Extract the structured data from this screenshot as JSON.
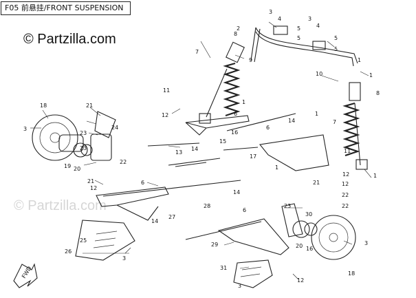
{
  "header": {
    "title": "F05 前悬挂/FRONT SUSPENSION"
  },
  "watermark": {
    "text": "© Partzilla.com",
    "faint_text": "© Partzilla.com"
  },
  "callouts": [
    "1",
    "2",
    "3",
    "4",
    "5",
    "6",
    "7",
    "8",
    "9",
    "10",
    "11",
    "12",
    "13",
    "14",
    "15",
    "16",
    "17",
    "18",
    "19",
    "20",
    "21",
    "22",
    "23",
    "24",
    "25",
    "26",
    "27",
    "28",
    "29",
    "30",
    "31"
  ],
  "colors": {
    "line": "#222222",
    "background": "#ffffff",
    "watermark_faint": "#d6d6d6"
  },
  "icons": {
    "fwd_arrow": "fwd-arrow-icon"
  }
}
